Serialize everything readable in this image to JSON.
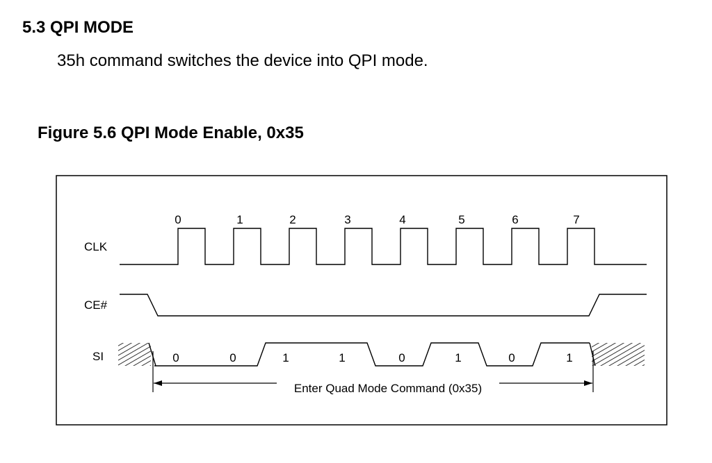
{
  "section": {
    "title": "5.3 QPI MODE",
    "body": "35h command switches the device into QPI mode."
  },
  "figure": {
    "caption": "Figure 5.6 QPI Mode Enable, 0x35",
    "signals": {
      "clk": "CLK",
      "ce": "CE#",
      "si": "SI"
    },
    "clock_cycles": [
      "0",
      "1",
      "2",
      "3",
      "4",
      "5",
      "6",
      "7"
    ],
    "si_bits": [
      "0",
      "0",
      "1",
      "1",
      "0",
      "1",
      "0",
      "1"
    ],
    "command_label": "Enter Quad Mode Command (0x35)"
  }
}
